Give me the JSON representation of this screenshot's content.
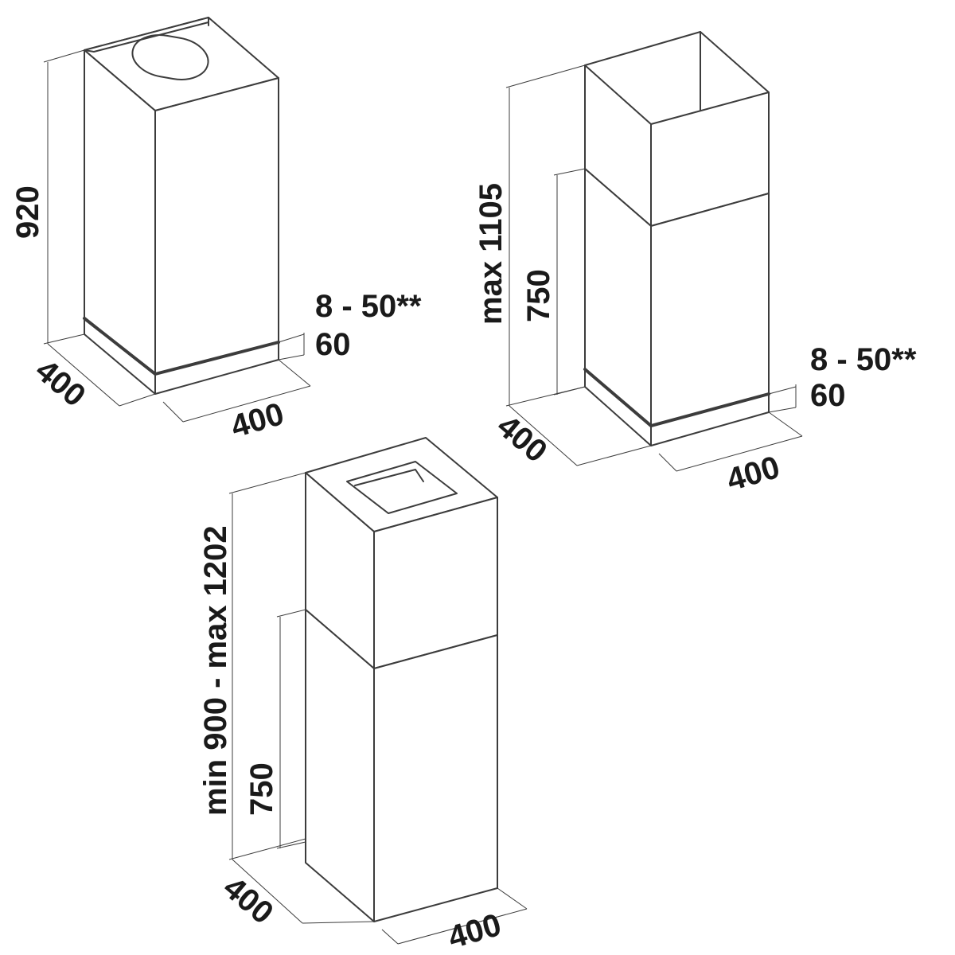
{
  "figures": [
    {
      "id": "hood-a",
      "height_label": "920",
      "width_left_label": "400",
      "width_right_label": "400",
      "glass_gap_label": "8 - 50**",
      "base_label": "60"
    },
    {
      "id": "hood-b",
      "height_label": "max 1105",
      "lower_height_label": "750",
      "width_left_label": "400",
      "width_right_label": "400",
      "glass_gap_label": "8 - 50**",
      "base_label": "60"
    },
    {
      "id": "hood-c",
      "height_label": "min 900 - max 1202",
      "lower_height_label": "750",
      "width_left_label": "400",
      "width_right_label": "400"
    }
  ],
  "colors": {
    "line": "#3c3c3c",
    "text": "#1a1a1a",
    "background": "#ffffff"
  }
}
